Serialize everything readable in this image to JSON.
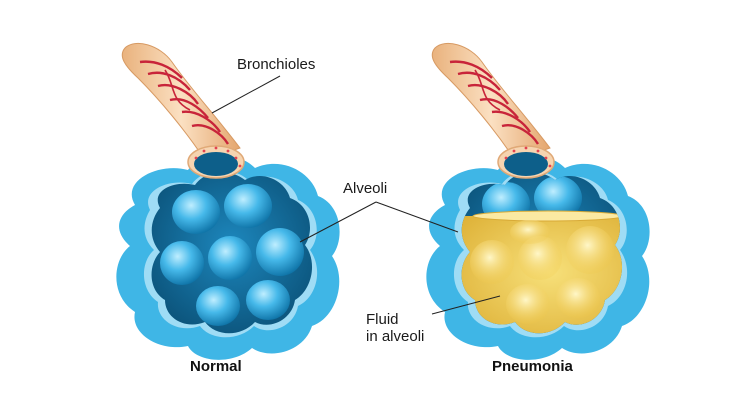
{
  "labels": {
    "bronchioles": "Bronchioles",
    "alveoli": "Alveoli",
    "fluid_line1": "Fluid",
    "fluid_line2": "in alveoli"
  },
  "captions": {
    "left": "Normal",
    "right": "Pneumonia"
  },
  "colors": {
    "outer_blue": "#3fb6e6",
    "dark_blue": "#0d5f8a",
    "alveolus_blue": "#2fa7dd",
    "fluid_yellow": "#f2c94c",
    "tube_tan": "#f3c89a",
    "vessel_red": "#c8243a"
  }
}
